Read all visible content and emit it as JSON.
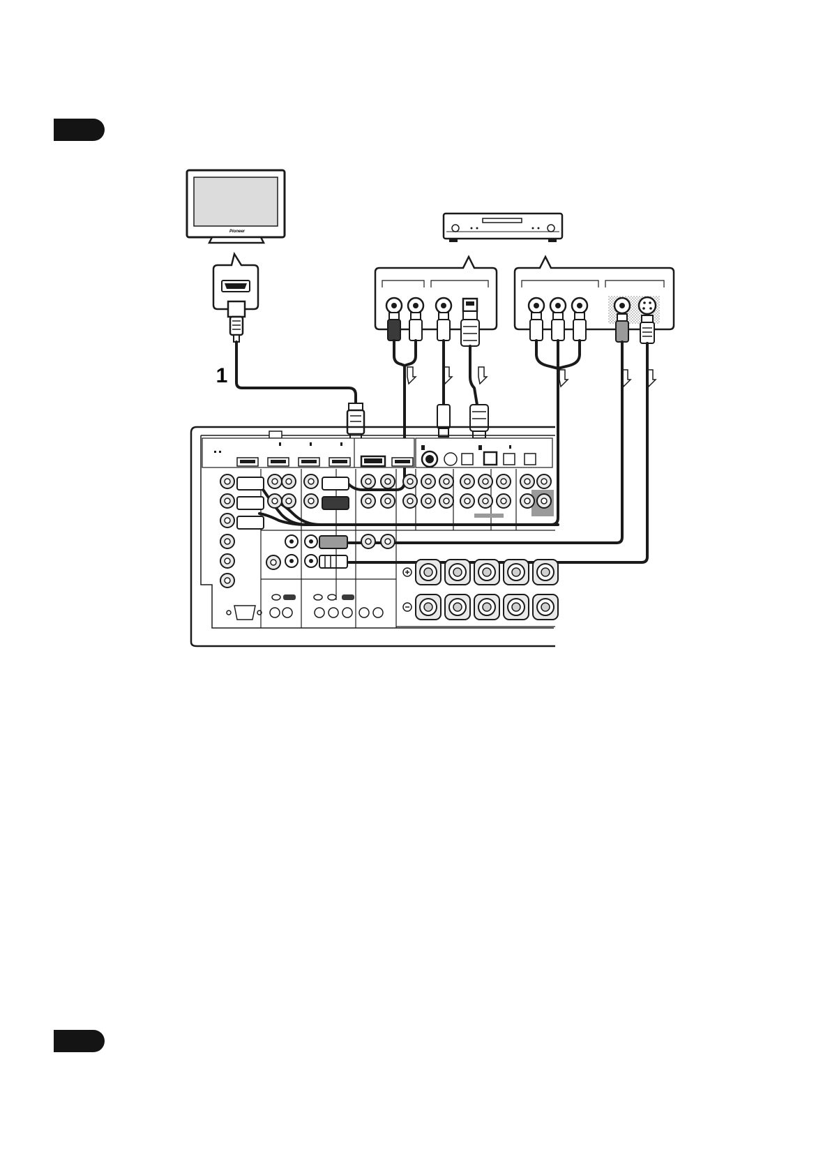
{
  "diagram": {
    "step_marker": "1",
    "tv_logo": "Pioneer",
    "colors": {
      "line": "#1a1a1a",
      "panel": "#ffffff",
      "tv_screen": "#dcdcdc",
      "jack_fill": "#e9e9e9",
      "shade": "#9a9a9a",
      "dark": "#222222"
    },
    "icons": [
      "tv-icon",
      "bd-player-icon",
      "receiver-rear-panel",
      "hdmi-plug-icon",
      "rca-plug-icon",
      "optical-plug-icon",
      "s-video-plug-icon",
      "arrow-down-icon"
    ]
  }
}
